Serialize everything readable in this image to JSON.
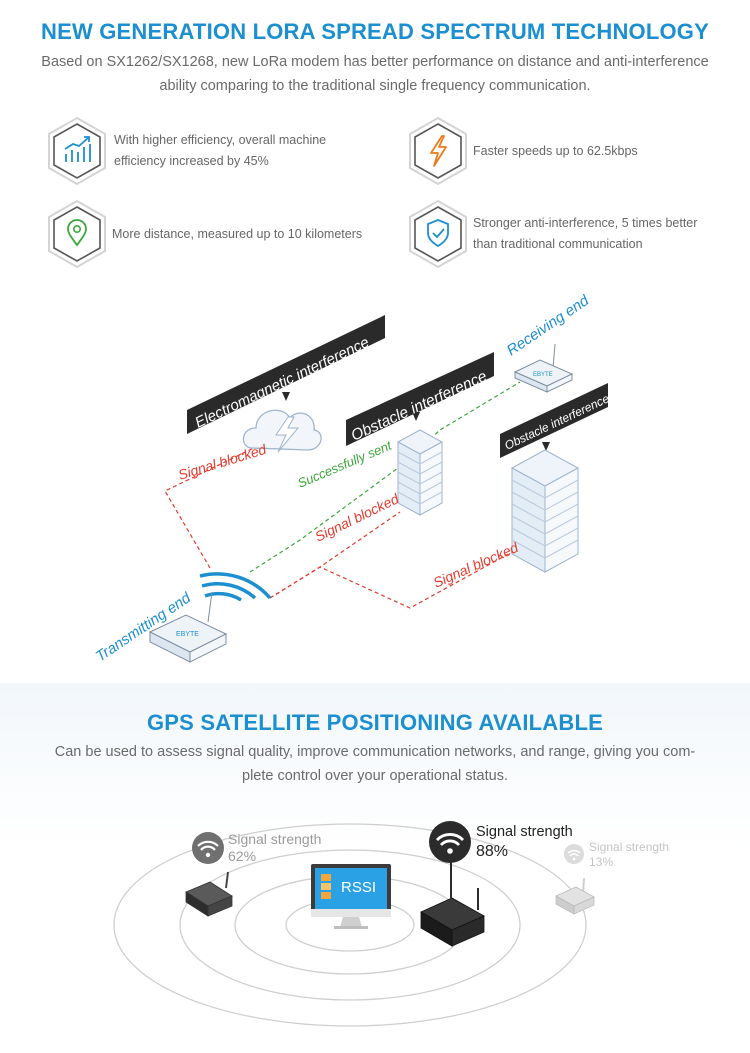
{
  "lora": {
    "title": "NEW GENERATION LORA SPREAD SPECTRUM TECHNOLOGY",
    "subtitle_line1": "Based on SX1262/SX1268, new LoRa modem has better performance on distance and anti-interference",
    "subtitle_line2": "ability comparing to the traditional single frequency communication.",
    "features": [
      {
        "icon": "chart-bars-icon",
        "line1": "With higher efficiency, overall machine",
        "line2": "efficiency increased by 45%"
      },
      {
        "icon": "lightning-icon",
        "line1": "Faster speeds up to 62.5kbps",
        "line2": ""
      },
      {
        "icon": "location-pin-icon",
        "line1": "More distance, measured up to 10 kilometers",
        "line2": ""
      },
      {
        "icon": "shield-check-icon",
        "line1": "Stronger anti-interference, 5 times better",
        "line2": "than traditional communication"
      }
    ],
    "diagram": {
      "em_interference": "Electromagnetic interference",
      "obstacle_interference_1": "Obstacle interference",
      "obstacle_interference_2": "Obstacle interference",
      "receiving_end": "Receiving end",
      "transmitting_end": "Transmitting end",
      "signal_blocked_1": "Signal blocked",
      "signal_blocked_2": "Signal blocked",
      "signal_blocked_3": "Signal blocked",
      "successfully_sent": "Successfully sent",
      "device_logo": "EBYTE"
    },
    "colors": {
      "accent": "#1c8fd0",
      "blocked": "#e63b2e",
      "success": "#3aa83a"
    }
  },
  "gps": {
    "title": "GPS SATELLITE POSITIONING AVAILABLE",
    "subtitle_line1": "Can be used to assess signal quality, improve communication networks, and range, giving you com-",
    "subtitle_line2": "plete control over your operational status.",
    "monitor_label": "RSSI",
    "signals": [
      {
        "label": "Signal strength",
        "value": "62%"
      },
      {
        "label": "Signal strength",
        "value": "88%"
      },
      {
        "label": "Signal strength",
        "value": "13%"
      }
    ]
  }
}
